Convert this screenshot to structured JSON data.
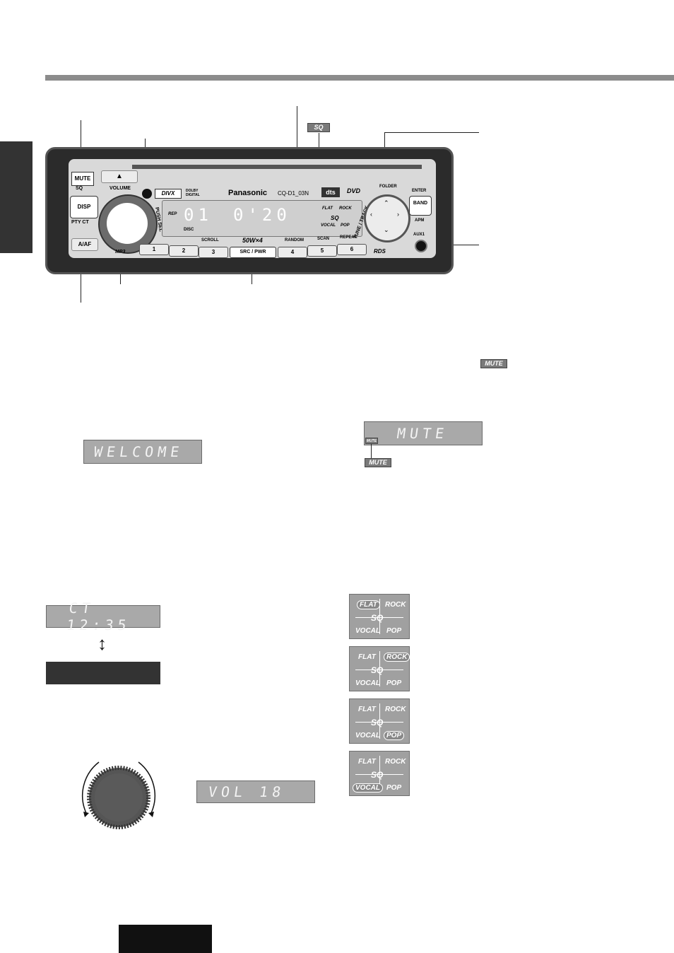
{
  "device": {
    "brand": "Panasonic",
    "model": "CQ-D1_03N",
    "buttons": {
      "mute": "MUTE",
      "sq": "SQ",
      "disp": "DISP",
      "pty_sect": "PTY CT",
      "ta_af": "A/AF",
      "volume": "VOLUME",
      "push_sel": "PUSH SEL",
      "mp3": "MP3",
      "divx": "DIVX",
      "dolby": "DOLBY DIGITAL",
      "dts": "dts",
      "dvd": "DVD",
      "folder": "FOLDER",
      "enter": "ENTER",
      "band": "BAND",
      "apm": "APM",
      "aux1": "AUX1",
      "tune_track": "TUNE / TRACK",
      "scroll": "SCROLL",
      "random": "RANDOM",
      "scan": "SCAN",
      "repeat": "REPEAT",
      "src_pwr": "SRC / PWR",
      "power_rating": "50W×4",
      "rds": "RDS",
      "presets": [
        "1",
        "2",
        "3",
        "4",
        "5",
        "6"
      ]
    },
    "display": {
      "track": "01",
      "time": "0'20",
      "rep": "REP",
      "disc": "DISC",
      "sq_modes": [
        "FLAT",
        "ROCK",
        "VOCAL",
        "POP"
      ],
      "sq_label": "SQ"
    }
  },
  "indicator_sq": "SQ",
  "indicator_mute_top": "MUTE",
  "lcd_welcome": "WELCOME",
  "lcd_mute": "MUTE",
  "lcd_mute_small": "MUTE",
  "indicator_mute_mid": "MUTE",
  "lcd_clock": "CT   12:35",
  "lcd_volume": "VOL   18",
  "sq_panels": [
    {
      "active": "FLAT"
    },
    {
      "active": "ROCK"
    },
    {
      "active": "POP"
    },
    {
      "active": "VOCAL"
    }
  ],
  "sq_labels": {
    "flat": "FLAT",
    "rock": "ROCK",
    "vocal": "VOCAL",
    "pop": "POP",
    "sq": "SQ"
  },
  "colors": {
    "header_bar": "#8c8c8c",
    "side_tab": "#333333",
    "lcd": "#a9a9a9",
    "black_block": "#111111"
  }
}
